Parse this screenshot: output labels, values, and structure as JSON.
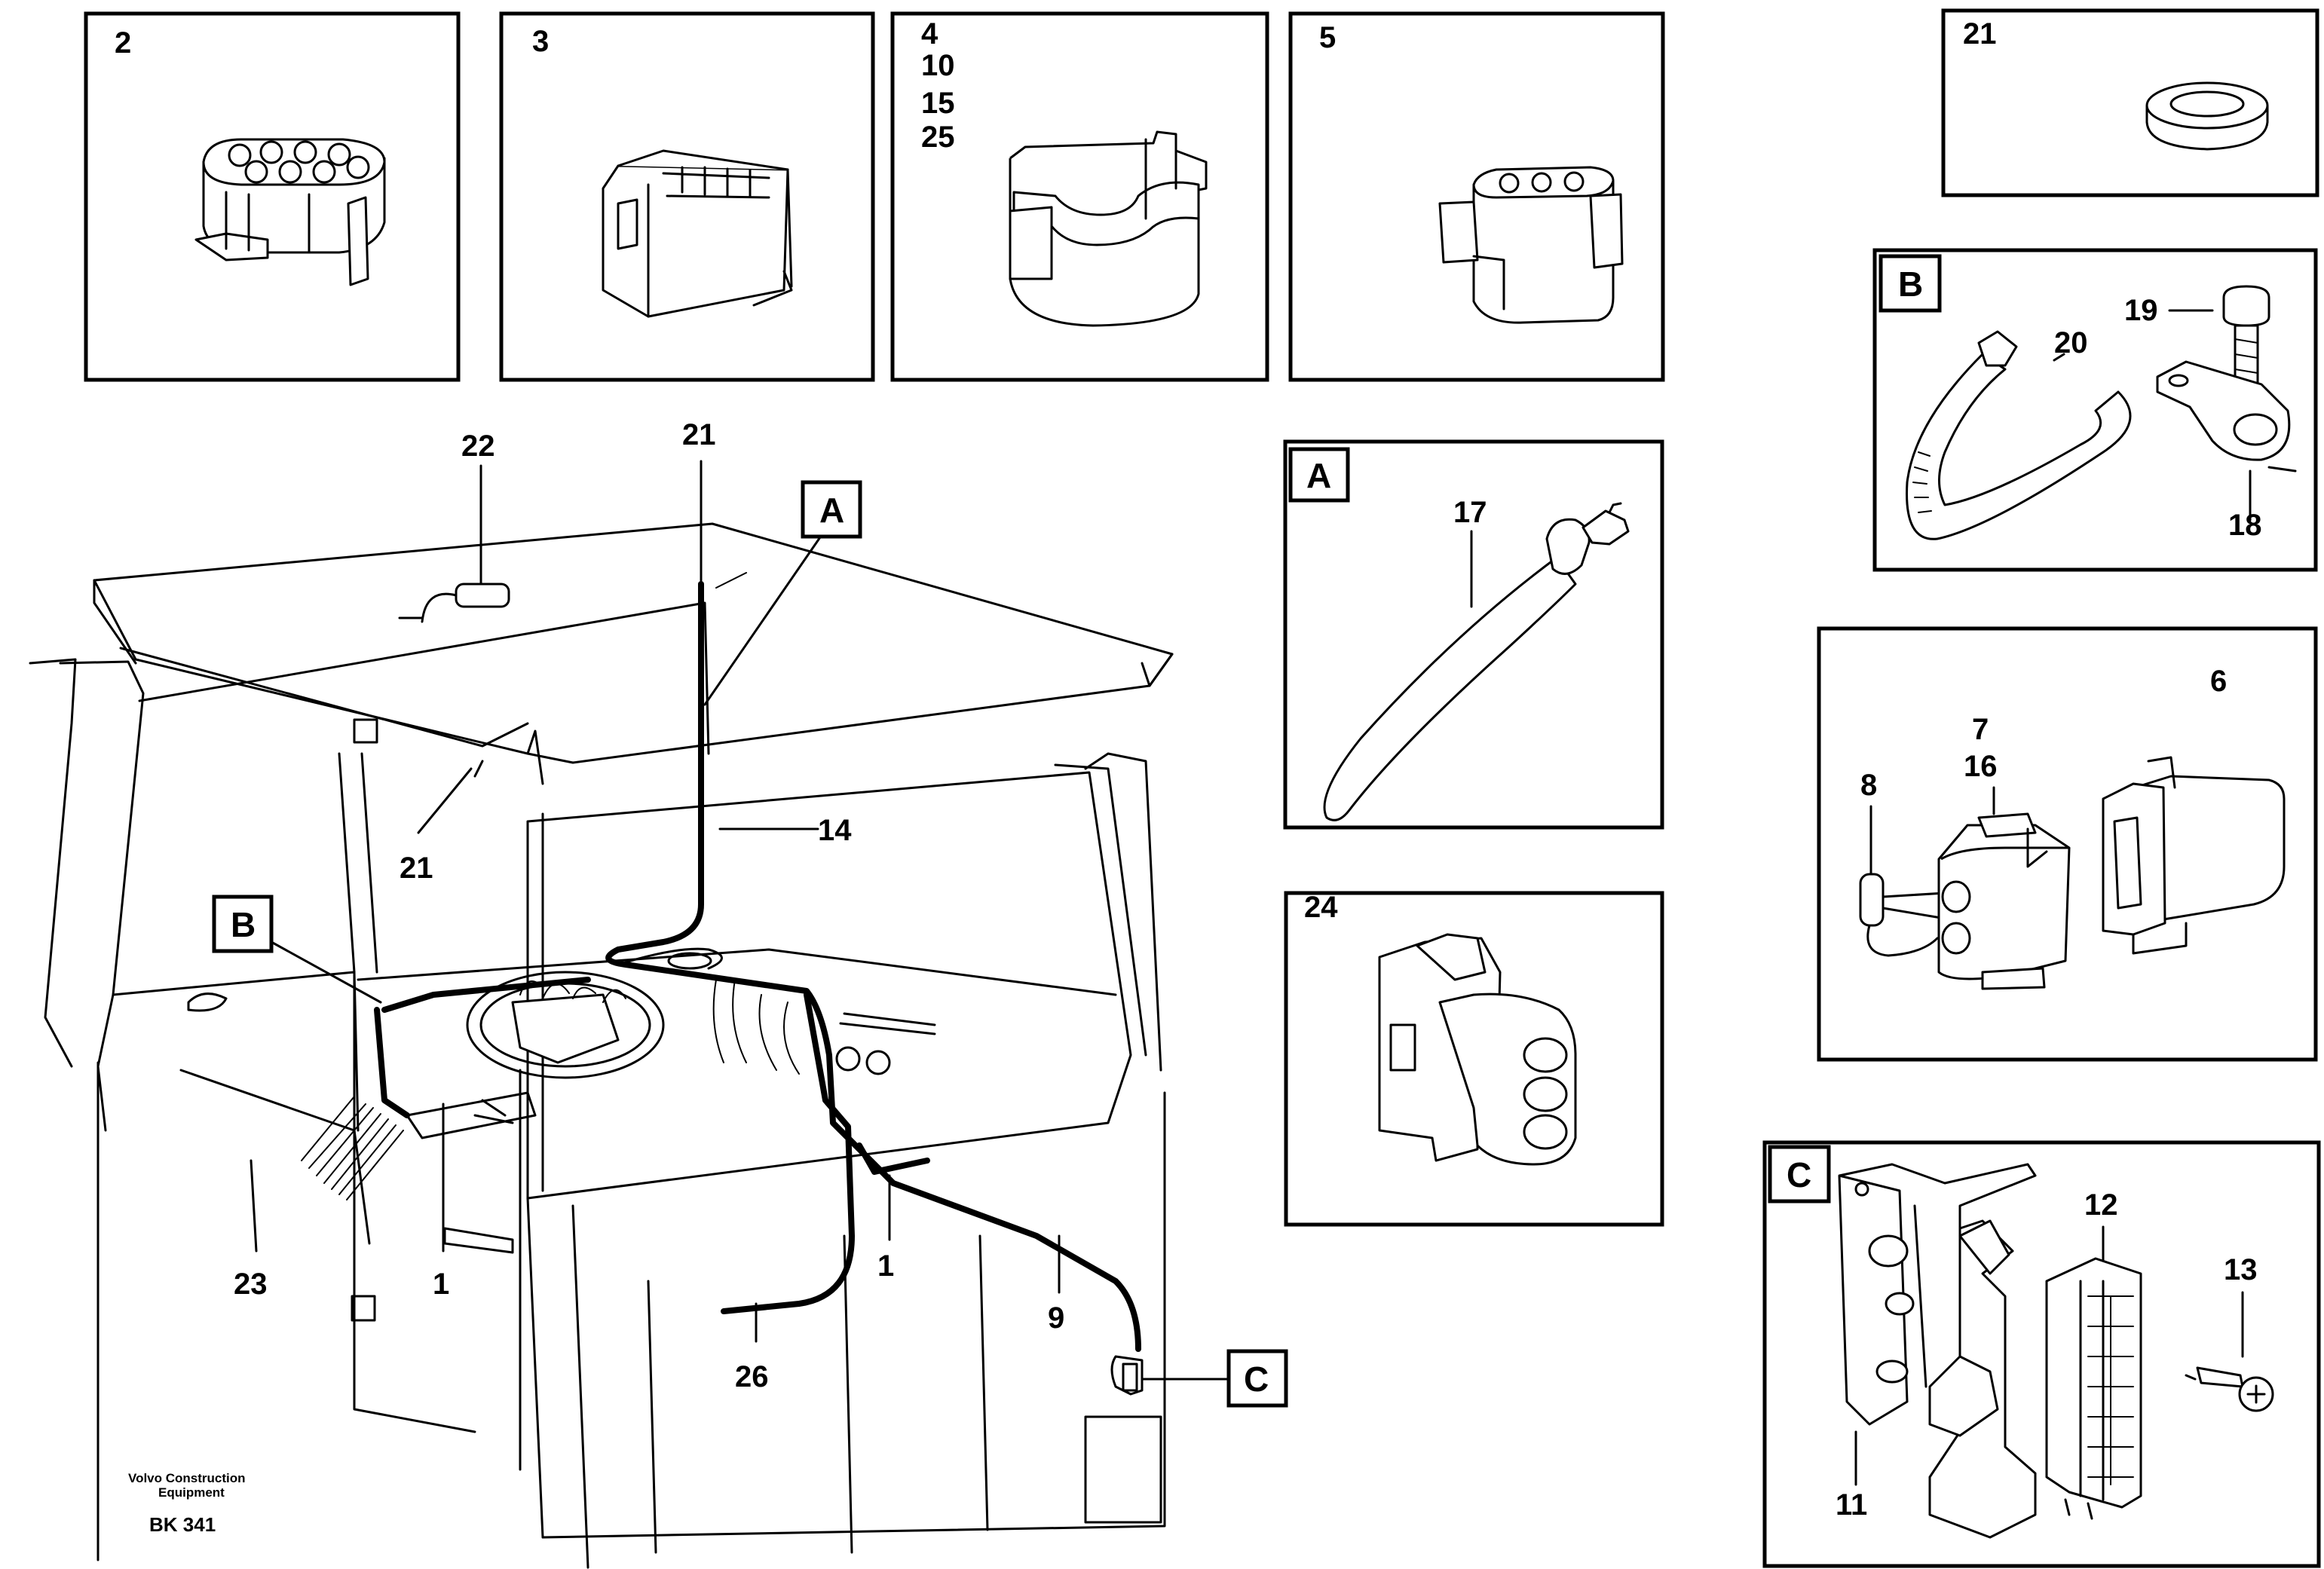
{
  "inset_labels": {
    "p2": "2",
    "p3": "3",
    "p4": [
      "4",
      "10",
      "15",
      "25"
    ],
    "p5": "5",
    "p21": "21",
    "pA_tag": "A",
    "pA_17": "17",
    "p24": "24",
    "pB_tag": "B",
    "pB_19": "19",
    "pB_20": "20",
    "pB_18": "18",
    "p6": "6",
    "p7": "7",
    "p16": "16",
    "p8": "8",
    "pC_tag": "C",
    "pC_12": "12",
    "pC_13": "13",
    "pC_11": "11"
  },
  "main_labels": {
    "l22": "22",
    "l21_top": "21",
    "l21_left": "21",
    "l14": "14",
    "l23": "23",
    "l1_left": "1",
    "l1_right": "1",
    "l9": "9",
    "l26": "26",
    "tag_A": "A",
    "tag_B": "B",
    "tag_C": "C"
  },
  "footer": {
    "brand_line1": "Volvo Construction",
    "brand_line2": "Equipment",
    "code": "BK 341"
  }
}
